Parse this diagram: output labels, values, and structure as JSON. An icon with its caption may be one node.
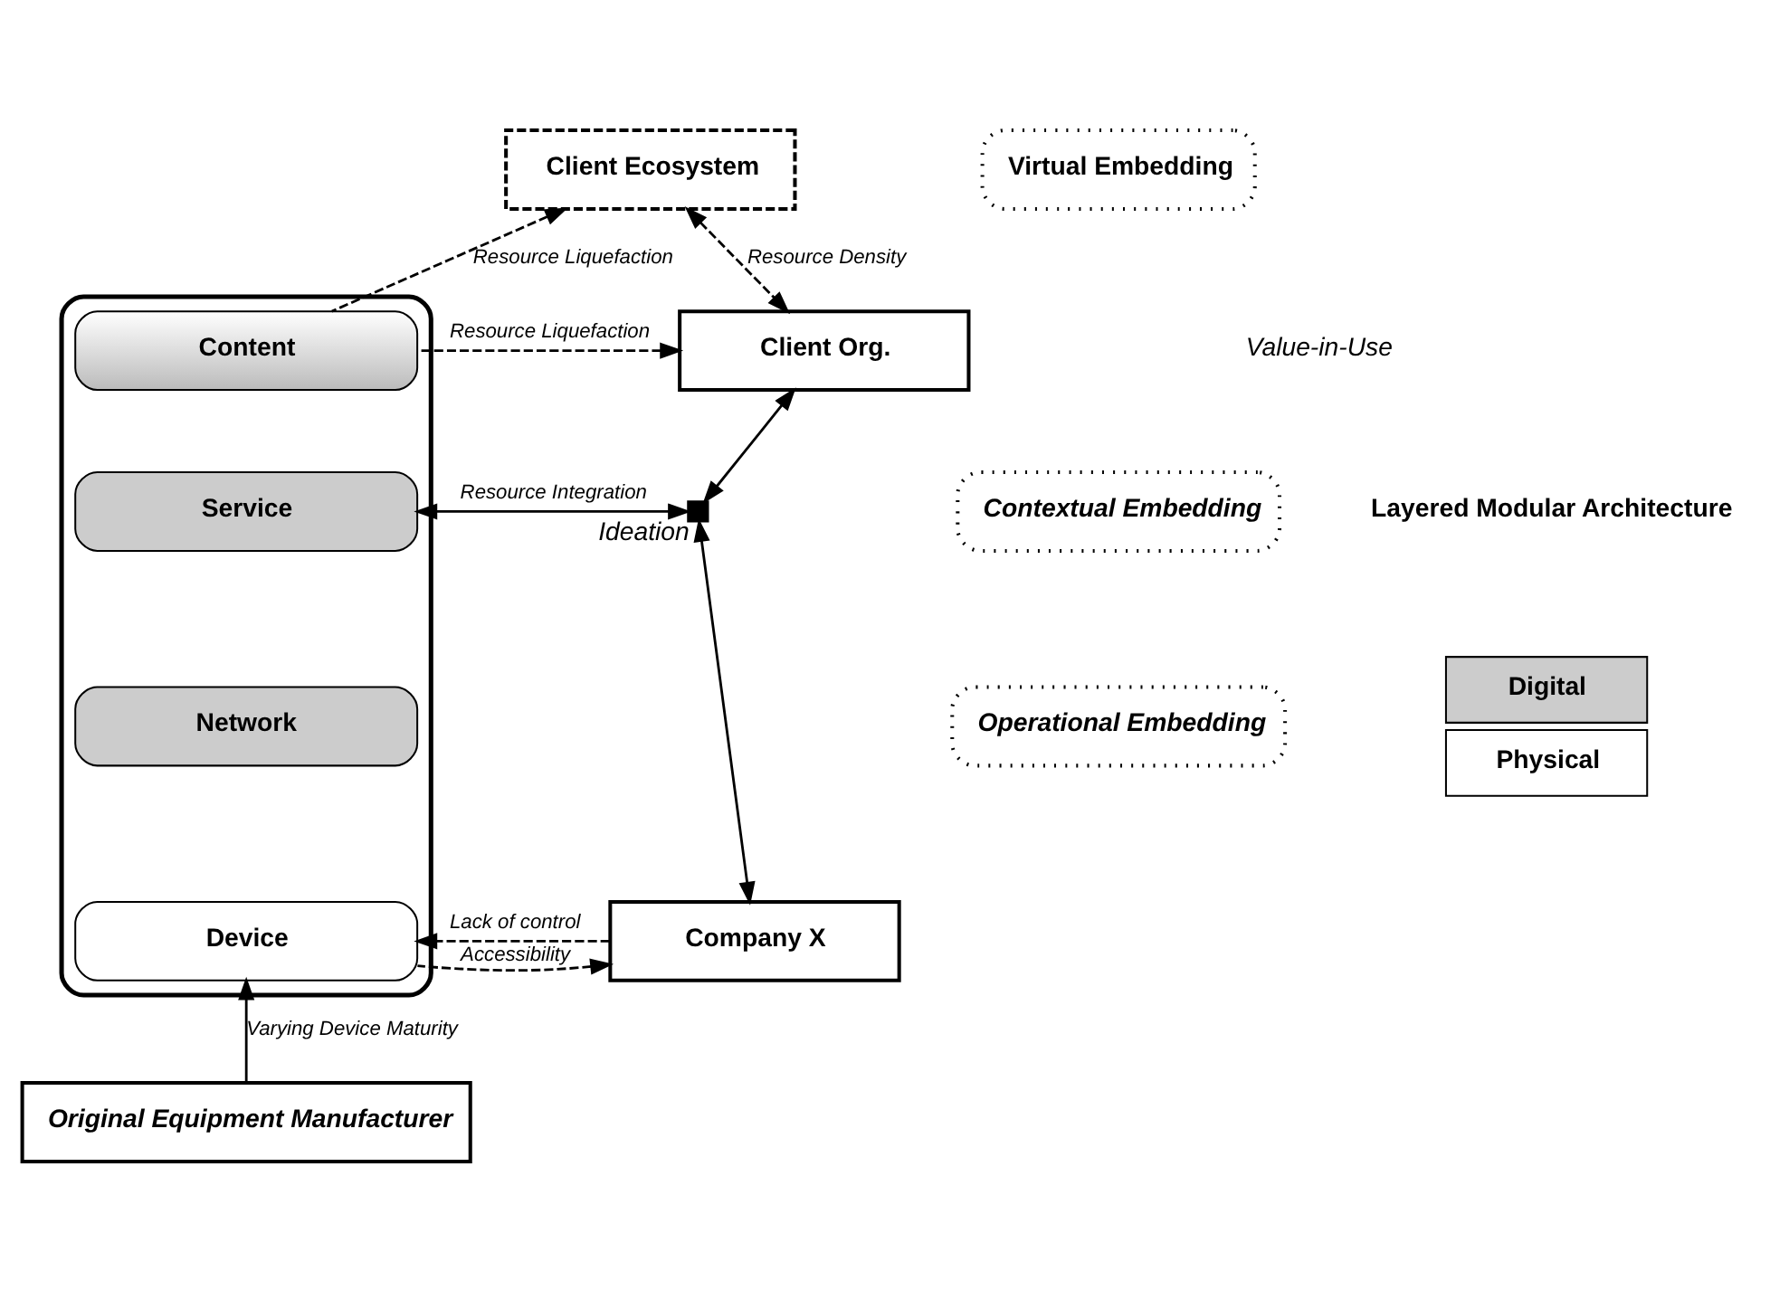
{
  "diagram": {
    "nodes": [
      {
        "text": [
          "Client Ecosystem"
        ]
      },
      {
        "text": [
          "Client Org."
        ]
      },
      {
        "text": [
          "Company X"
        ]
      },
      {
        "text": [],
        "shape": "box",
        "beside": [
          "Ideation"
        ]
      },
      {
        "text": [],
        "shape": "box"
      },
      {
        "text": [
          "Content"
        ],
        "in": 4
      },
      {
        "text": [
          "Service"
        ],
        "in": 4
      },
      {
        "text": [
          "Network"
        ],
        "in": 4
      },
      {
        "text": [
          "Device"
        ],
        "in": 4
      },
      {
        "text": [
          "Original Equipment Manufacturer"
        ]
      },
      {
        "text": [
          "Virtual Embedding"
        ]
      },
      {
        "text": [
          "Contextual Embedding"
        ]
      },
      {
        "text": [
          "Operational Embedding"
        ]
      }
    ],
    "edges": [
      {
        "from": 5,
        "to": 0,
        "arrow": "to",
        "style": "dashed",
        "label": "Resource Liquefaction"
      },
      {
        "from": 0,
        "to": 1,
        "arrow": "both",
        "style": "dashed",
        "label": "Resource Density"
      },
      {
        "from": 5,
        "to": 1,
        "arrow": "to",
        "style": "dashed",
        "label": "Resource Liquefaction"
      },
      {
        "from": 1,
        "to": 3,
        "arrow": "both"
      },
      {
        "from": 3,
        "to": 6,
        "arrow": "both",
        "label": "Resource Integration"
      },
      {
        "from": 3,
        "to": 2,
        "arrow": "both"
      },
      {
        "from": 2,
        "to": 8,
        "arrow": "to",
        "style": "dashed",
        "label": "Lack of control"
      },
      {
        "from": 8,
        "to": 2,
        "arrow": "to",
        "style": "dashed",
        "label": "Accessibility"
      },
      {
        "from": 9,
        "to": 8,
        "arrow": "to",
        "label": "Varying Device Maturity"
      }
    ],
    "labels": [
      "Value-in-Use",
      "Layered Modular Architecture"
    ],
    "legend": [
      {
        "text": "Digital",
        "color": "#cccccc"
      },
      {
        "text": "Physical",
        "color": "#ffffff"
      }
    ]
  }
}
